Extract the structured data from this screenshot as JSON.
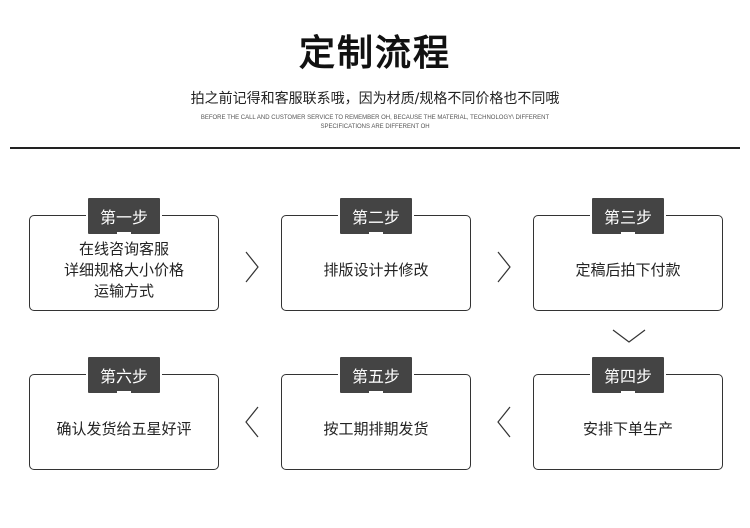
{
  "header": {
    "title": "定制流程",
    "subtitle": "拍之前记得和客服联系哦，因为材质/规格不同价格也不同哦",
    "english_line1": "BEFORE THE CALL AND CUSTOMER SERVICE TO REMEMBER OH, BECAUSE THE MATERIAL, TECHNOLOGY\\ DIFFERENT",
    "english_line2": "SPECIFICATIONS ARE DIFFERENT OH"
  },
  "steps": [
    {
      "label": "第一步",
      "lines": [
        "在线咨询客服",
        "详细规格大小价格",
        "运输方式"
      ]
    },
    {
      "label": "第二步",
      "lines": [
        "排版设计并修改"
      ]
    },
    {
      "label": "第三步",
      "lines": [
        "定稿后拍下付款"
      ]
    },
    {
      "label": "第四步",
      "lines": [
        "安排下单生产"
      ]
    },
    {
      "label": "第五步",
      "lines": [
        "按工期排期发货"
      ]
    },
    {
      "label": "第六步",
      "lines": [
        "确认发货给五星好评"
      ]
    }
  ],
  "icons": [
    "chevron-right-icon",
    "chevron-down-icon",
    "chevron-left-icon"
  ]
}
